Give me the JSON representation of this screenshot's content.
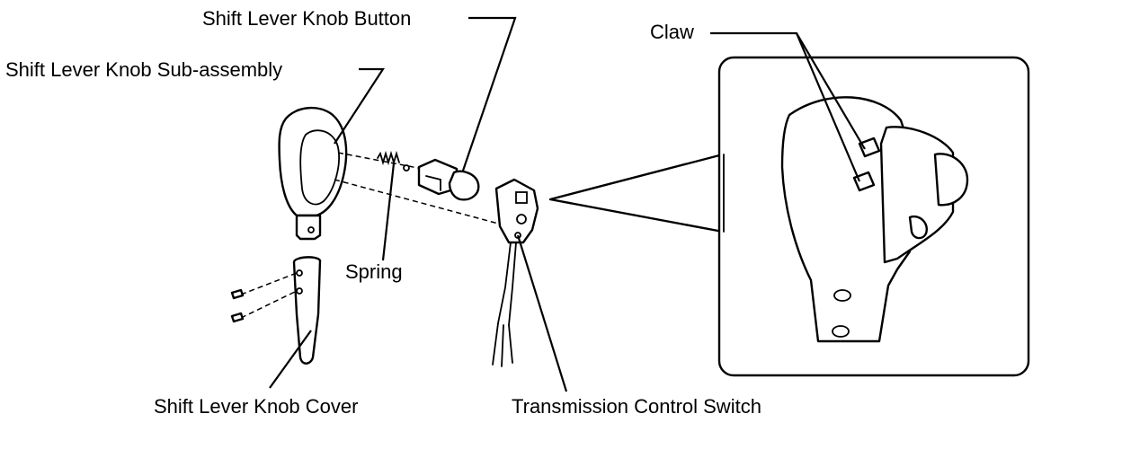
{
  "labels": {
    "knob_button": "Shift Lever Knob Button",
    "knob_sub_assembly": "Shift Lever Knob Sub-assembly",
    "spring": "Spring",
    "knob_cover": "Shift Lever Knob Cover",
    "transmission_switch": "Transmission Control Switch",
    "claw": "Claw"
  },
  "colors": {
    "line": "#000000",
    "background": "#ffffff"
  }
}
